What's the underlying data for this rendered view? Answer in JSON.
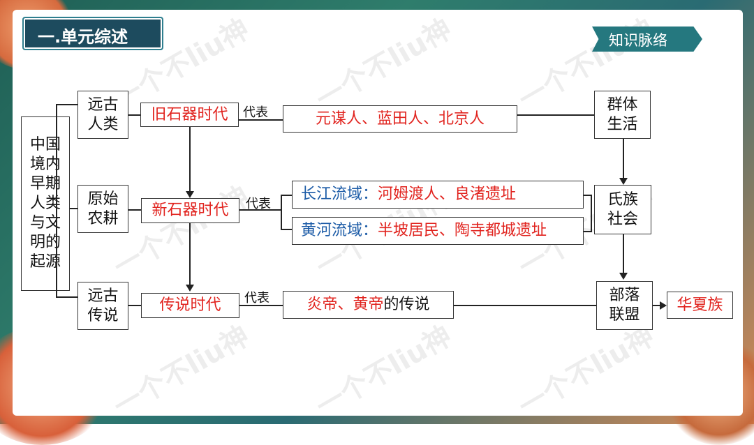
{
  "header": {
    "title": "一.单元综述",
    "tag": "知识脉络"
  },
  "watermark": "一个不liu神",
  "root": "中国境内早期人类与文明的起源",
  "rows": [
    {
      "category": "远古人类",
      "era": "旧石器时代",
      "represent_label": "代表",
      "example": "元谋人、蓝田人、北京人"
    },
    {
      "category": "原始农耕",
      "era": "新石器时代",
      "represent_label": "代表",
      "sites": [
        {
          "region": "长江流域：",
          "detail": "河姆渡人、良渚遗址"
        },
        {
          "region": "黄河流域：",
          "detail": "半坡居民、陶寺都城遗址"
        }
      ]
    },
    {
      "category": "远古传说",
      "era": "传说时代",
      "represent_label": "代表",
      "example_red": "炎帝、黄帝",
      "example_suffix": "的传说"
    }
  ],
  "stages": [
    "群体生活",
    "氏族社会",
    "部落联盟"
  ],
  "result": "华夏族"
}
